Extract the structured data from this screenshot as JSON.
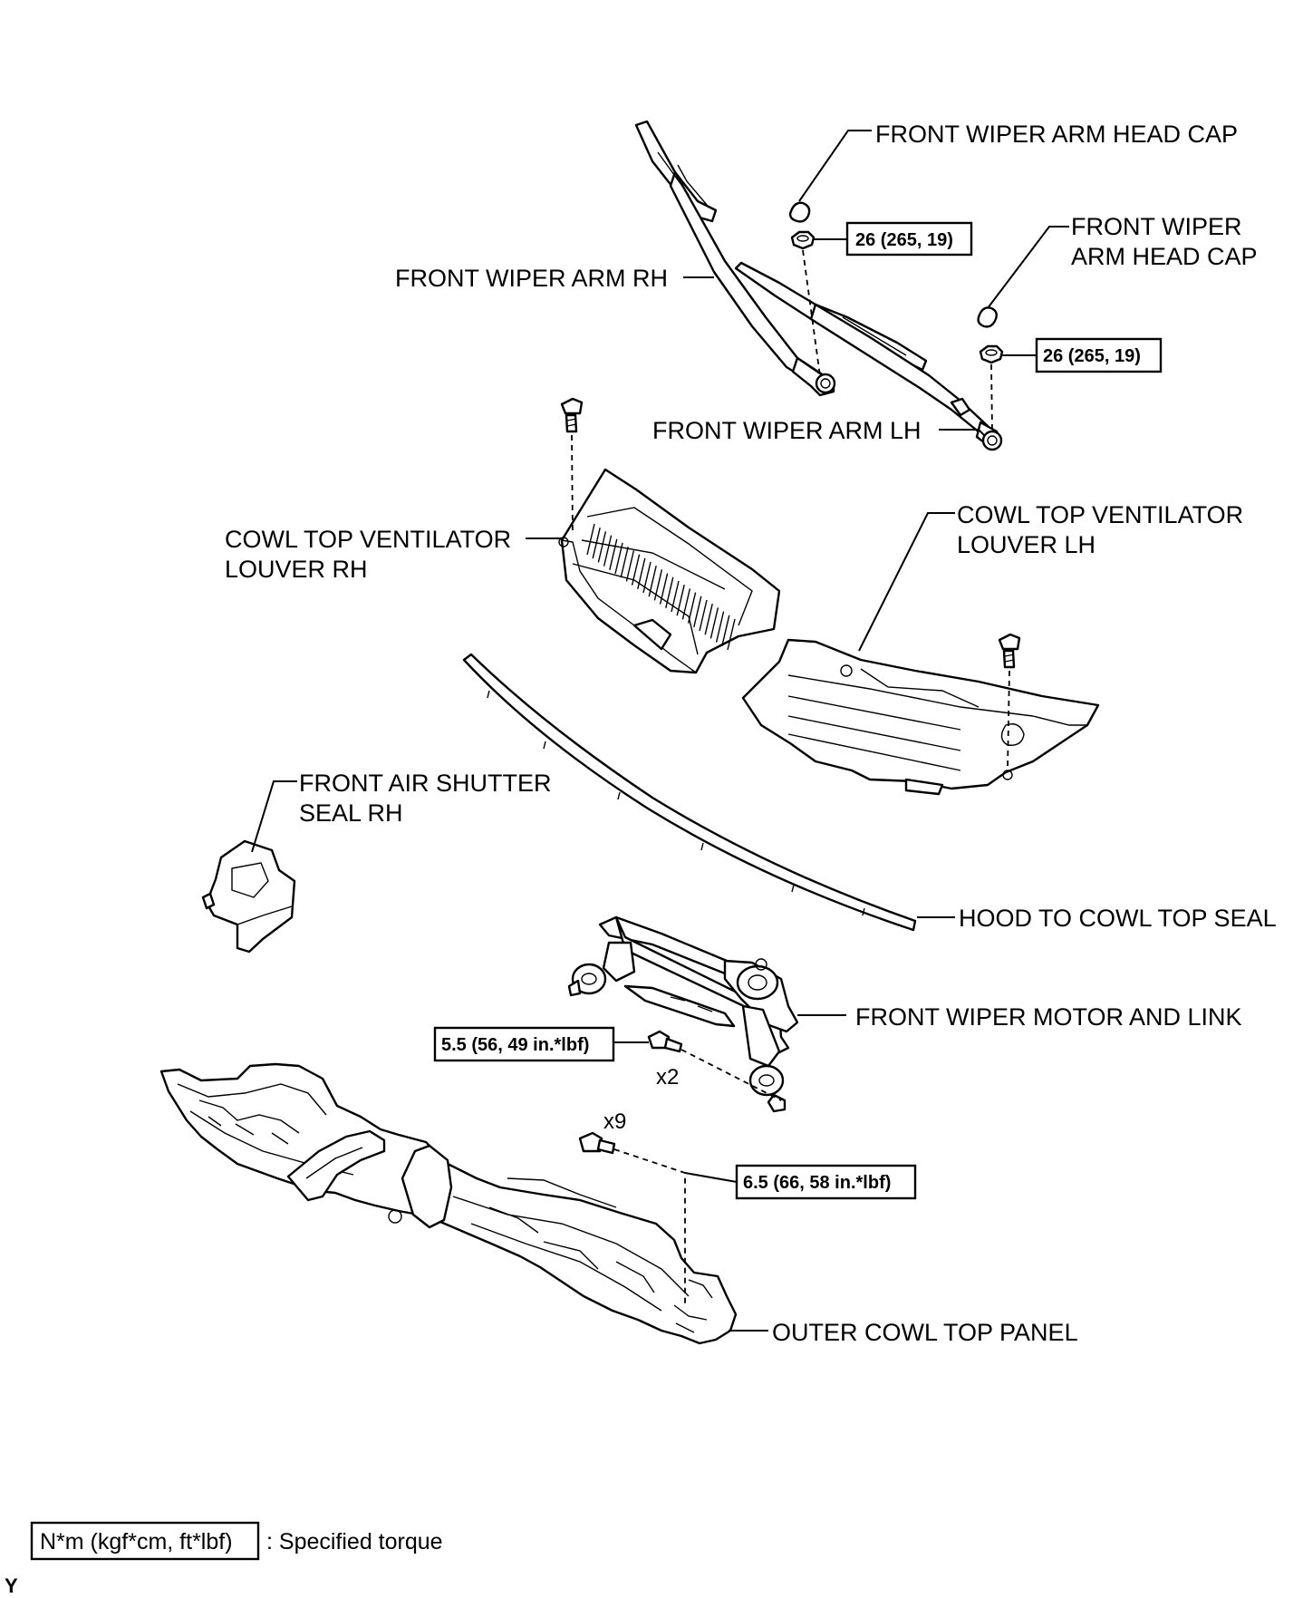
{
  "labels": {
    "arm_head_cap_rh": "FRONT WIPER ARM HEAD CAP",
    "arm_head_cap_lh_1": "FRONT WIPER",
    "arm_head_cap_lh_2": "ARM HEAD CAP",
    "arm_rh": "FRONT WIPER ARM RH",
    "arm_lh": "FRONT WIPER ARM LH",
    "louver_rh_1": "COWL TOP VENTILATOR",
    "louver_rh_2": "LOUVER RH",
    "louver_lh_1": "COWL TOP VENTILATOR",
    "louver_lh_2": "LOUVER LH",
    "air_shutter_1": "FRONT AIR SHUTTER",
    "air_shutter_2": "SEAL RH",
    "hood_seal": "HOOD TO COWL TOP SEAL",
    "motor_link": "FRONT WIPER MOTOR AND LINK",
    "outer_panel": "OUTER COWL TOP PANEL"
  },
  "torques": {
    "arm_rh_nut": "26 (265, 19)",
    "arm_lh_nut": "26 (265, 19)",
    "motor_bolt": "5.5 (56, 49 in.*lbf)",
    "panel_bolt": "6.5 (66, 58 in.*lbf)"
  },
  "quantities": {
    "motor_bolt": "x2",
    "panel_bolt": "x9"
  },
  "legend": {
    "unit": "N*m (kgf*cm, ft*lbf)",
    "description": ": Specified torque"
  },
  "corner_code": "Y"
}
